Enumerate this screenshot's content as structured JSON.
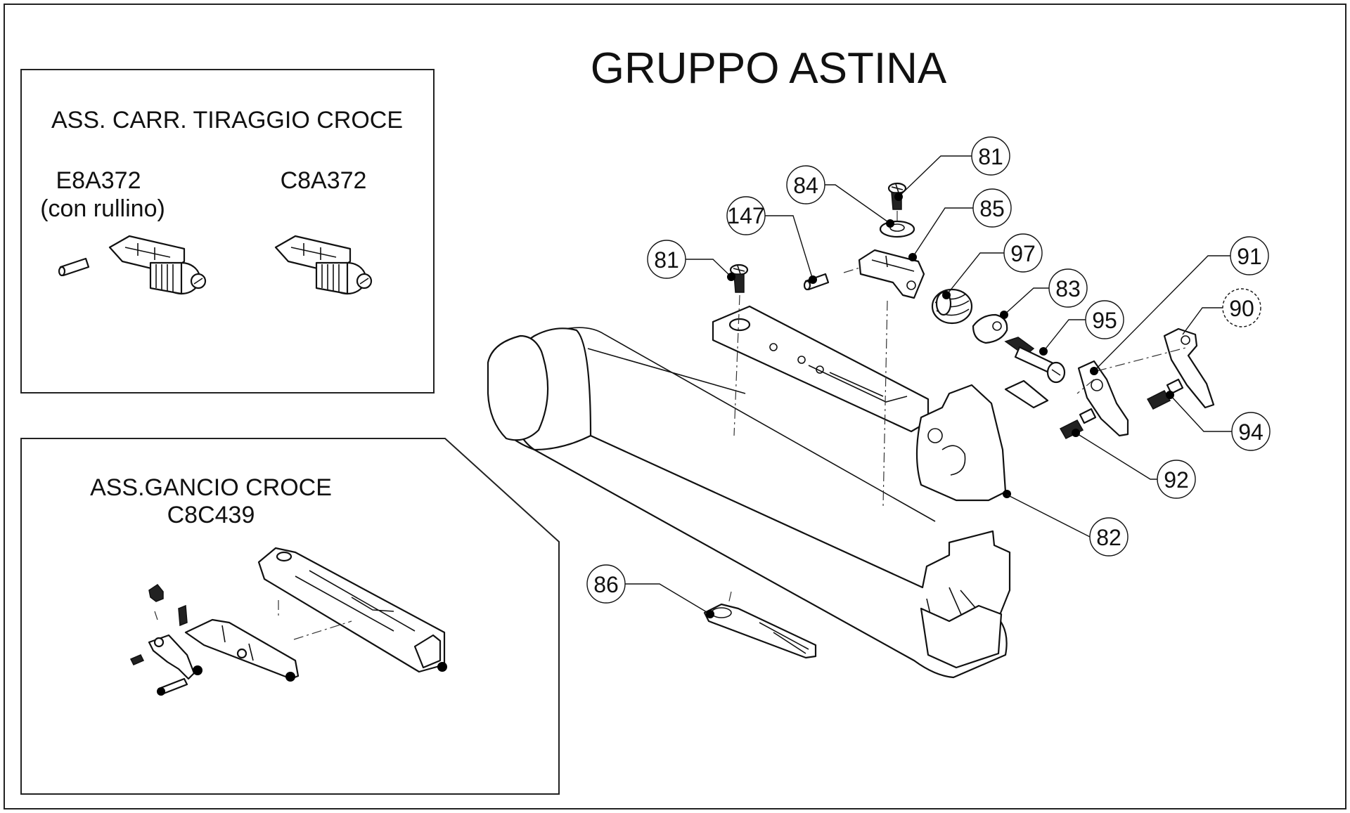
{
  "title": "GRUPPO ASTINA",
  "inset_top": {
    "heading": "ASS. CARR. TIRAGGIO CROCE",
    "variants": [
      {
        "code": "E8A372",
        "note": "(con rullino)"
      },
      {
        "code": "C8A372",
        "note": ""
      }
    ]
  },
  "inset_bottom": {
    "heading": "ASS.GANCIO CROCE",
    "code": "C8C439"
  },
  "callouts": [
    {
      "id": "c81a",
      "label": "81",
      "dashed": false
    },
    {
      "id": "c84",
      "label": "84",
      "dashed": false
    },
    {
      "id": "c85",
      "label": "85",
      "dashed": false
    },
    {
      "id": "c147",
      "label": "147",
      "dashed": false
    },
    {
      "id": "c81b",
      "label": "81",
      "dashed": false
    },
    {
      "id": "c97",
      "label": "97",
      "dashed": false
    },
    {
      "id": "c83",
      "label": "83",
      "dashed": false
    },
    {
      "id": "c95",
      "label": "95",
      "dashed": false
    },
    {
      "id": "c91",
      "label": "91",
      "dashed": false
    },
    {
      "id": "c90",
      "label": "90",
      "dashed": true
    },
    {
      "id": "c94",
      "label": "94",
      "dashed": false
    },
    {
      "id": "c92",
      "label": "92",
      "dashed": false
    },
    {
      "id": "c82",
      "label": "82",
      "dashed": false
    },
    {
      "id": "c86",
      "label": "86",
      "dashed": false
    }
  ]
}
